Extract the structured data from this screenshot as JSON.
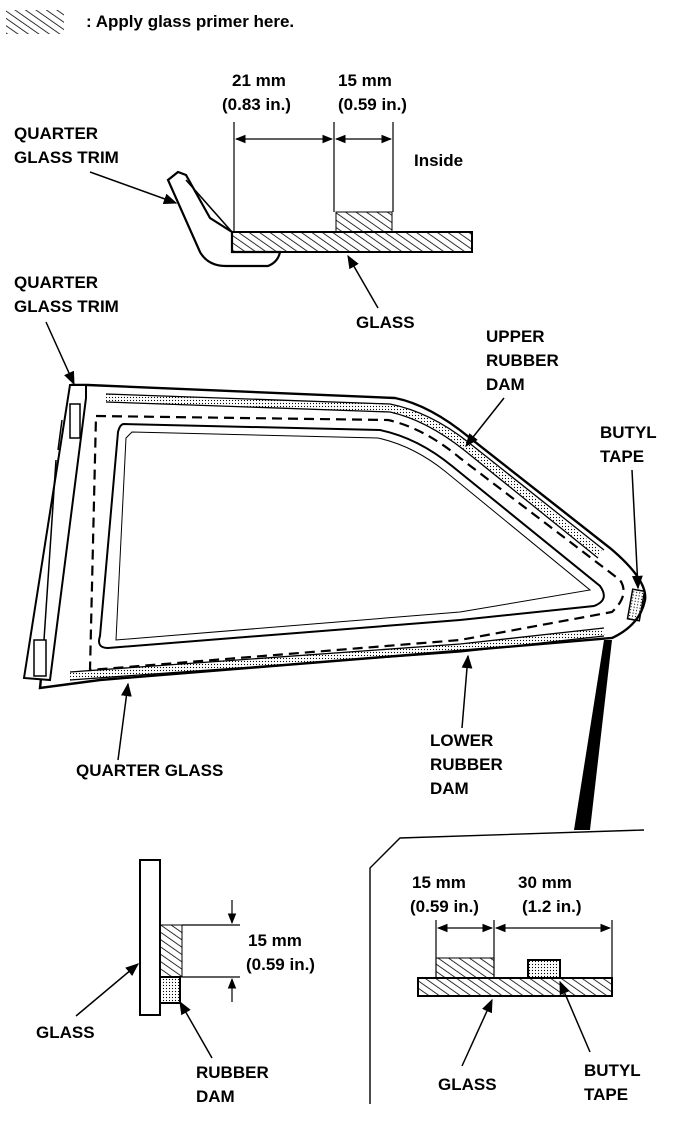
{
  "legend": {
    "text": ": Apply glass primer here."
  },
  "top_section": {
    "dim1": {
      "value": "21 mm",
      "imperial": "(0.83 in.)"
    },
    "dim2": {
      "value": "15 mm",
      "imperial": "(0.59 in.)"
    },
    "inside_label": "Inside",
    "trim_label": [
      "QUARTER",
      "GLASS TRIM"
    ],
    "glass_label": "GLASS"
  },
  "main_view": {
    "trim_label": [
      "QUARTER",
      "GLASS TRIM"
    ],
    "upper_dam_label": [
      "UPPER",
      "RUBBER",
      "DAM"
    ],
    "butyl_label": [
      "BUTYL",
      "TAPE"
    ],
    "quarter_glass_label": "QUARTER GLASS",
    "lower_dam_label": [
      "LOWER",
      "RUBBER",
      "DAM"
    ]
  },
  "bottom_left": {
    "dim": {
      "value": "15 mm",
      "imperial": "(0.59 in.)"
    },
    "glass_label": "GLASS",
    "dam_label": [
      "RUBBER",
      "DAM"
    ]
  },
  "bottom_right": {
    "dim1": {
      "value": "15 mm",
      "imperial": "(0.59 in.)"
    },
    "dim2": {
      "value": "30 mm",
      "imperial": "(1.2 in.)"
    },
    "glass_label": "GLASS",
    "butyl_label": [
      "BUTYL",
      "TAPE"
    ]
  }
}
